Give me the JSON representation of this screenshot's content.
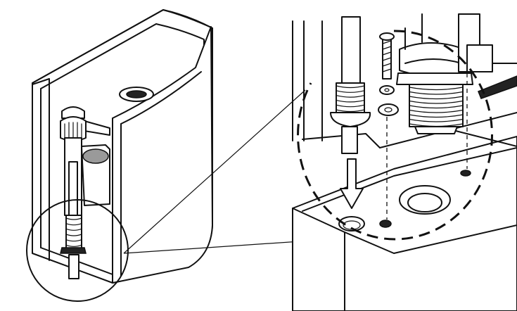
{
  "figure": {
    "thread_rings": 9,
    "fill_valve_ribs": 7,
    "detail_valve_ribs": 6
  }
}
